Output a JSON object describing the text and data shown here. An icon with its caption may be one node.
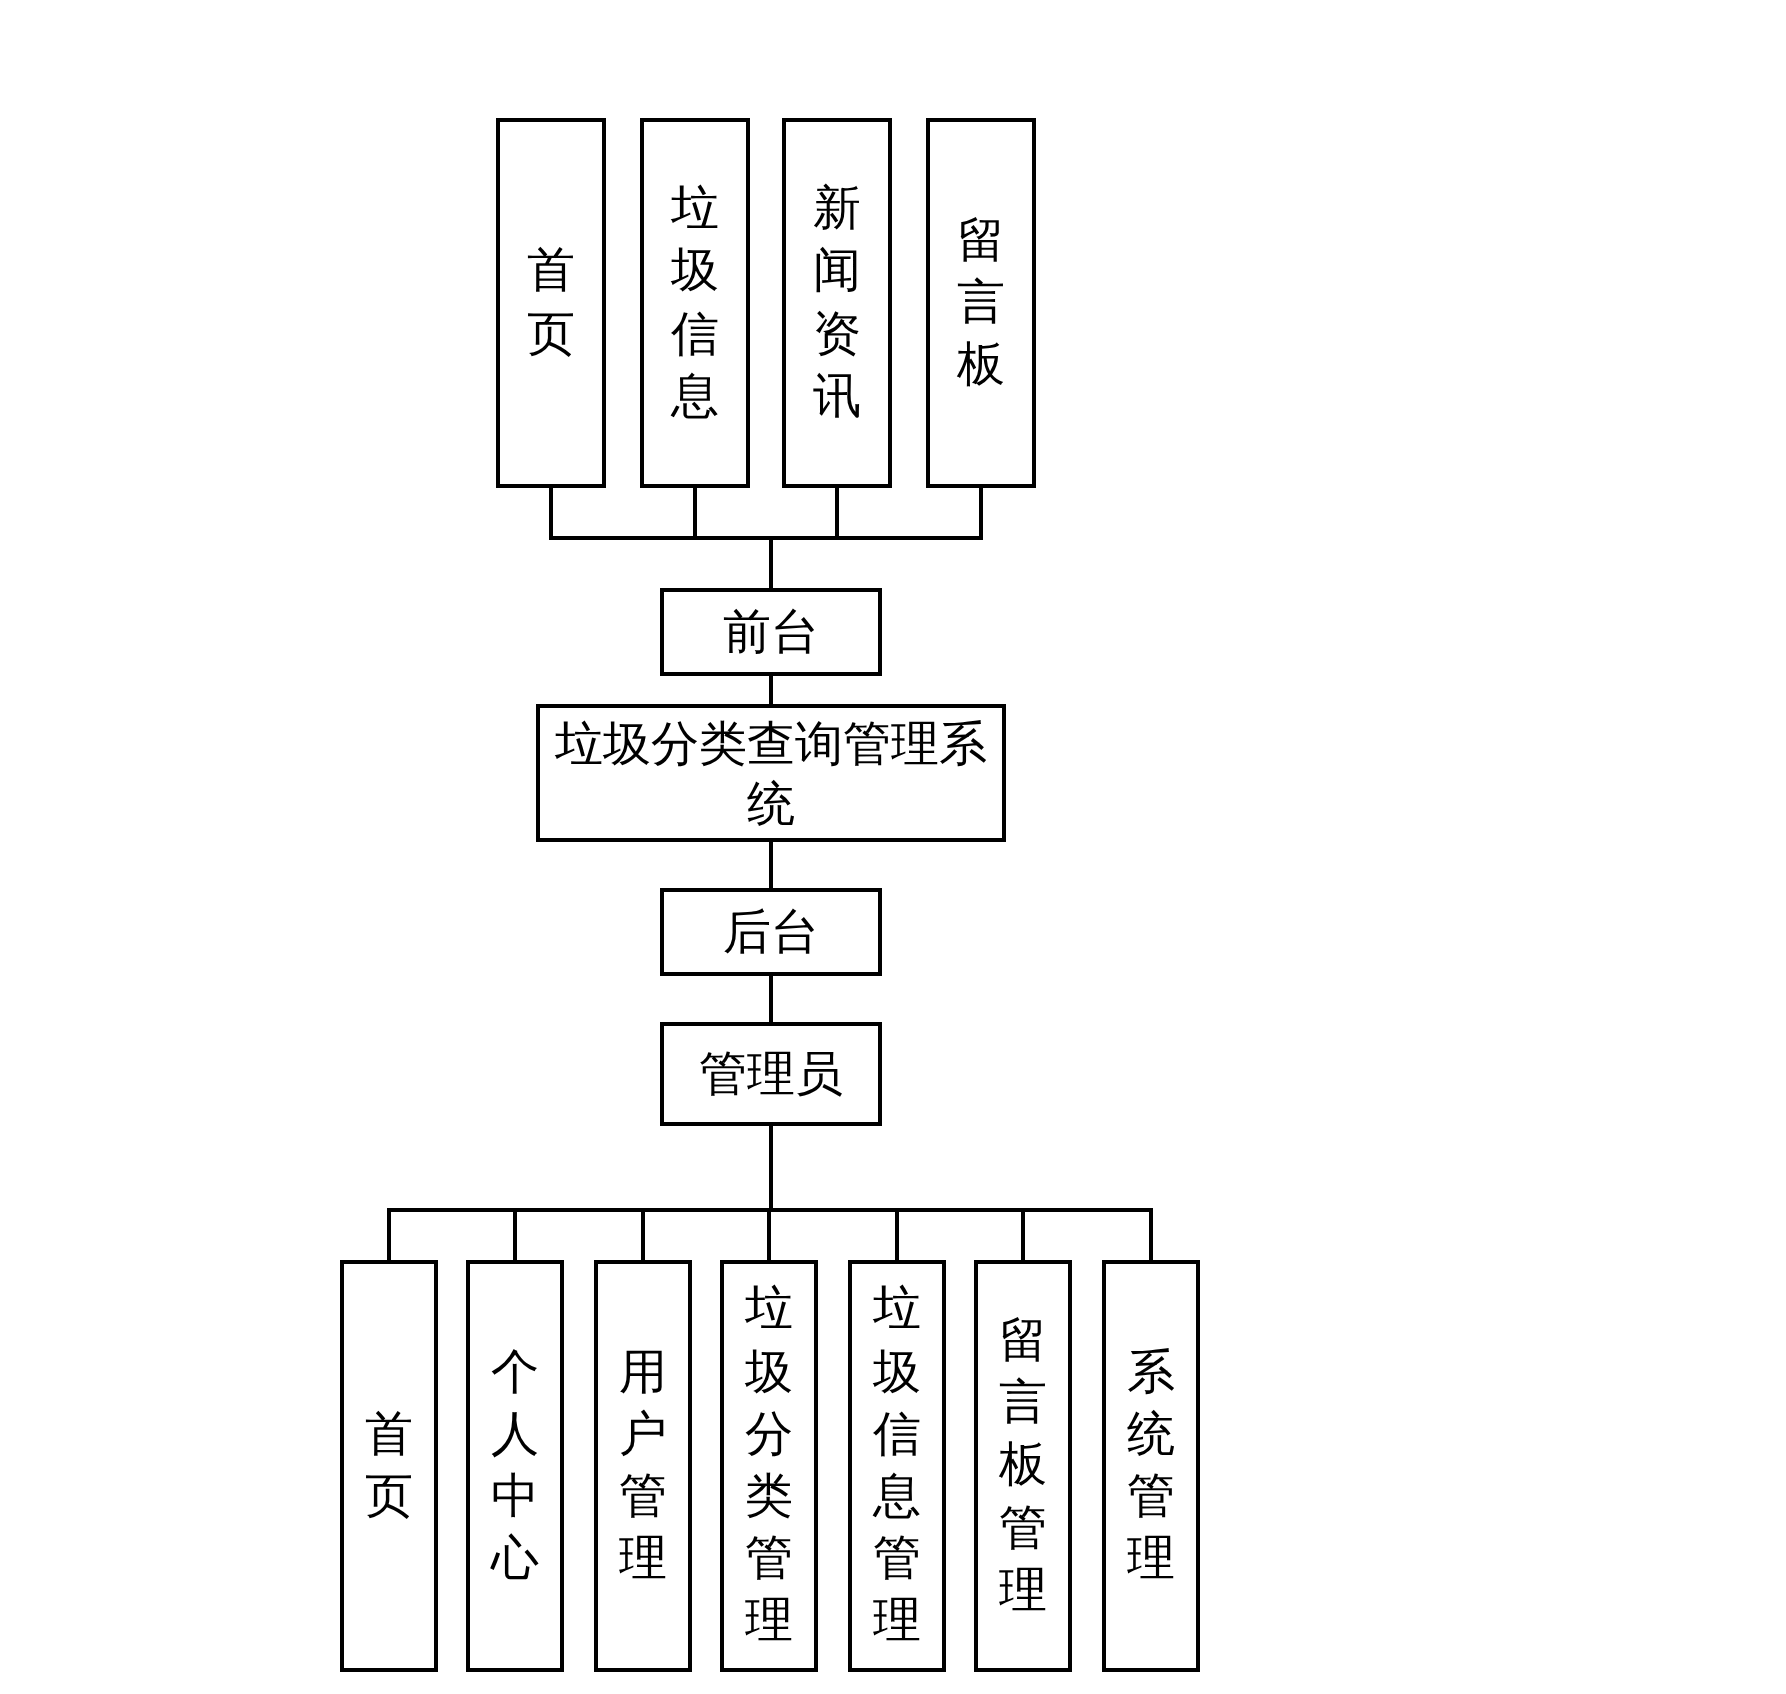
{
  "diagram": {
    "nodes": [
      {
        "text": [
          "首页"
        ]
      },
      {
        "text": [
          "垃圾信息"
        ]
      },
      {
        "text": [
          "新闻资讯"
        ]
      },
      {
        "text": [
          "留言板"
        ]
      },
      {
        "text": [
          "前台"
        ]
      },
      {
        "text": [
          "垃圾分类查询管理系统"
        ]
      },
      {
        "text": [
          "后台"
        ]
      },
      {
        "text": [
          "管理员"
        ]
      },
      {
        "text": [
          "首页"
        ]
      },
      {
        "text": [
          "个人中心"
        ]
      },
      {
        "text": [
          "用户管理"
        ]
      },
      {
        "text": [
          "垃圾分类管理"
        ]
      },
      {
        "text": [
          "垃圾信息管理"
        ]
      },
      {
        "text": [
          "留言板管理"
        ]
      },
      {
        "text": [
          "系统管理"
        ]
      }
    ],
    "edges": [
      {
        "from": 4,
        "to": 0,
        "arrow": "none"
      },
      {
        "from": 4,
        "to": 1,
        "arrow": "none"
      },
      {
        "from": 4,
        "to": 2,
        "arrow": "none"
      },
      {
        "from": 4,
        "to": 3,
        "arrow": "none"
      },
      {
        "from": 4,
        "to": 5,
        "arrow": "none"
      },
      {
        "from": 5,
        "to": 6,
        "arrow": "none"
      },
      {
        "from": 6,
        "to": 7,
        "arrow": "none"
      },
      {
        "from": 7,
        "to": 8,
        "arrow": "none"
      },
      {
        "from": 7,
        "to": 9,
        "arrow": "none"
      },
      {
        "from": 7,
        "to": 10,
        "arrow": "none"
      },
      {
        "from": 7,
        "to": 11,
        "arrow": "none"
      },
      {
        "from": 7,
        "to": 12,
        "arrow": "none"
      },
      {
        "from": 7,
        "to": 13,
        "arrow": "none"
      },
      {
        "from": 7,
        "to": 14,
        "arrow": "none"
      }
    ]
  }
}
